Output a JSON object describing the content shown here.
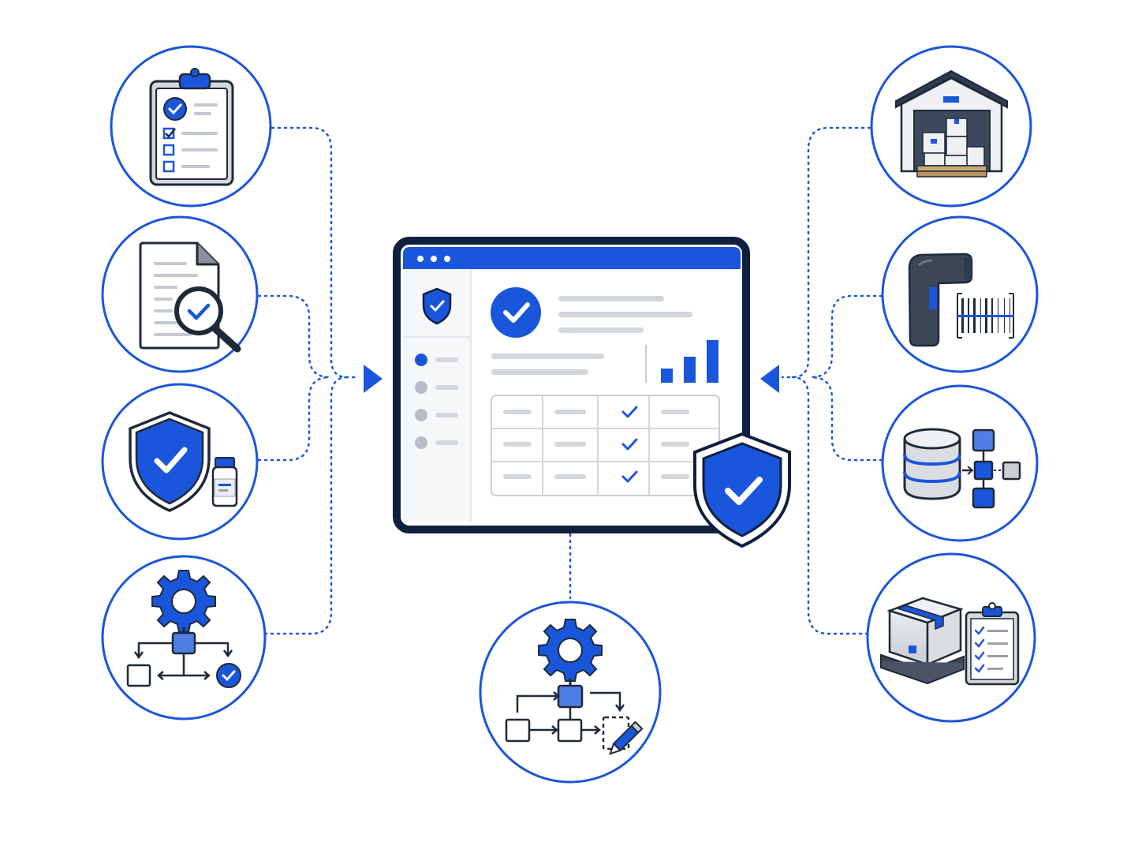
{
  "colors": {
    "accent": "#1a56db",
    "accent_light": "#4f7fe6",
    "outline": "#1f2937",
    "panel_border": "#0f1f3d",
    "gray_line": "#d3d6db",
    "gray_fill": "#e5e7eb",
    "background": "#ffffff"
  },
  "nodes": {
    "left": [
      "clipboard-checklist-icon",
      "document-inspection-icon",
      "shield-vial-icon",
      "gear-workflow-icon"
    ],
    "right": [
      "warehouse-icon",
      "barcode-scanner-icon",
      "database-flow-icon",
      "package-checklist-icon"
    ],
    "bottom": [
      "gear-process-edit-icon"
    ]
  },
  "dashboard": {
    "nav_items": 4,
    "table_rows": 3,
    "bar_levels": [
      0.3,
      0.55,
      0.9
    ],
    "status_icon": "check-circle-icon",
    "badge_icon": "shield-check-icon"
  }
}
